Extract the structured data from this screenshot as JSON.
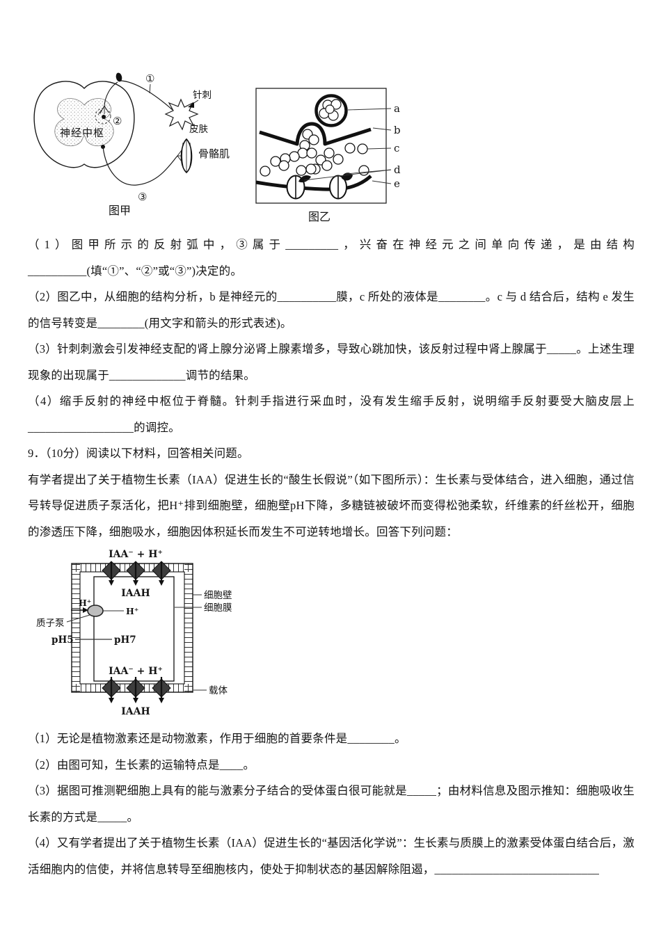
{
  "figure_reflex": {
    "caption": "图甲",
    "nerve_center": "神经中枢",
    "num1": "①",
    "num2": "②",
    "num3": "③",
    "needle": "针刺",
    "skin": "皮肤",
    "muscle": "骨骼肌"
  },
  "figure_synapse": {
    "caption": "图乙",
    "label_a": "a",
    "label_b": "b",
    "label_c": "c",
    "label_d": "d",
    "label_e": "e"
  },
  "question8": {
    "parts": [
      "（1）图甲所示的反射弧中，③属于_________，兴奋在神经元之间单向传递，是由结构__________(填“①”、“②”或“③”)决定的。",
      "（2）图乙中，从细胞的结构分析，b 是神经元的__________膜，c 所处的液体是________。c 与 d 结合后，结构 e 发生的信号转变是________(用文字和箭头的形式表述)。",
      "（3）针刺刺激会引发神经支配的肾上腺分泌肾上腺素增多，导致心跳加快，该反射过程中肾上腺属于_____。上述生理现象的出现属于_____________调节的结果。",
      "（4）缩手反射的神经中枢位于脊髓。针刺手指进行采血时，没有发生缩手反射，说明缩手反射要受大脑皮层上__________________的调控。"
    ]
  },
  "question9": {
    "header": "9．（10分）阅读以下材料，回答相关问题。",
    "material": "有学者提出了关于植物生长素（IAA）促进生长的“酸生长假说”（如下图所示）：生长素与受体结合，进入细胞，通过信号转导促进质子泵活化，把H⁺排到细胞壁，细胞壁pH下降，多糖链被破坏而变得松弛柔软，纤维素的纤丝松开，细胞的渗透压下降，细胞吸水，细胞因体积延长而发生不可逆转地增长。回答下列问题：",
    "parts": [
      "（1）无论是植物激素还是动物激素，作用于细胞的首要条件是________。",
      "（2）由图可知，生长素的运输特点是____。",
      "（3）据图可推测靶细胞上具有的能与激素分子结合的受体蛋白很可能就是_____；由材料信息及图示推知：细胞吸收生长素的方式是_____。",
      "（4）又有学者提出了关于植物生长素（IAA）促进生长的“基因活化学说”：生长素与质膜上的激素受体蛋白结合后，激活细胞内的信使，并将信息转导至细胞核内，使处于抑制状态的基因解除阻遏，____________________________"
    ]
  },
  "figure_auxin": {
    "top_reaction": "IAA⁻ + H⁺",
    "top_product": "IAAH",
    "h_plus_out": "H⁺",
    "h_plus_in": "H⁺",
    "proton_pump": "质子泵",
    "ph_outside": "pH5",
    "ph_inside": "pH7",
    "cell_wall": "细胞壁",
    "cell_membrane": "细胞膜",
    "bottom_reaction": "IAA⁻ + H⁺",
    "bottom_product": "IAAH",
    "carrier": "载体"
  }
}
